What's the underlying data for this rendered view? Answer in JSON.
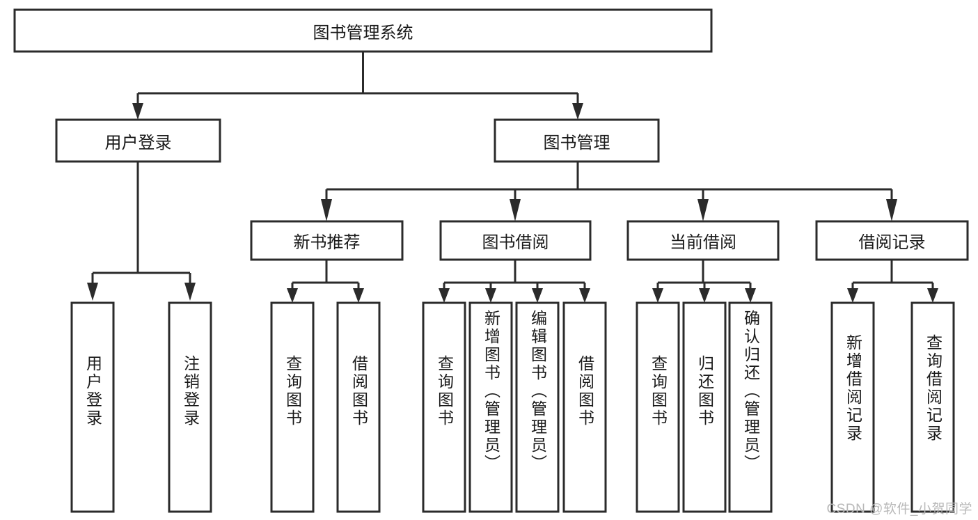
{
  "diagram": {
    "type": "tree-hierarchy",
    "title": "图书管理系统",
    "root": {
      "id": "root",
      "label": "图书管理系统",
      "level": 0
    },
    "level2": [
      {
        "id": "user-login",
        "label": "用户登录"
      },
      {
        "id": "book-management",
        "label": "图书管理"
      }
    ],
    "level3": [
      {
        "id": "new-book-recommend",
        "label": "新书推荐",
        "parent": "book-management"
      },
      {
        "id": "book-borrow",
        "label": "图书借阅",
        "parent": "book-management"
      },
      {
        "id": "current-borrow",
        "label": "当前借阅",
        "parent": "book-management"
      },
      {
        "id": "borrow-record",
        "label": "借阅记录",
        "parent": "book-management"
      }
    ],
    "leaves": {
      "user-login": [
        {
          "id": "leaf-user-login",
          "label": "用户登录"
        },
        {
          "id": "leaf-user-logout",
          "label": "注销登录"
        }
      ],
      "new-book-recommend": [
        {
          "id": "leaf-query-book-1",
          "label": "查询图书"
        },
        {
          "id": "leaf-borrow-book-1",
          "label": "借阅图书"
        }
      ],
      "book-borrow": [
        {
          "id": "leaf-query-book-2",
          "label": "查询图书"
        },
        {
          "id": "leaf-add-book",
          "label": "新增图书（管理员）"
        },
        {
          "id": "leaf-edit-book",
          "label": "编辑图书（管理员）"
        },
        {
          "id": "leaf-borrow-book-2",
          "label": "借阅图书"
        }
      ],
      "current-borrow": [
        {
          "id": "leaf-query-book-3",
          "label": "查询图书"
        },
        {
          "id": "leaf-return-book",
          "label": "归还图书"
        },
        {
          "id": "leaf-confirm-return",
          "label": "确认归还（管理员）"
        }
      ],
      "borrow-record": [
        {
          "id": "leaf-add-record",
          "label": "新增借阅记录"
        },
        {
          "id": "leaf-query-record",
          "label": "查询借阅记录"
        }
      ]
    }
  },
  "watermark": {
    "text": "CSDN @软件_小贺同学"
  },
  "colors": {
    "stroke": "#2b2b2b",
    "fill": "#ffffff",
    "text": "#1a1a1a",
    "watermark": "#b9b9b9",
    "background": "#ffffff"
  }
}
